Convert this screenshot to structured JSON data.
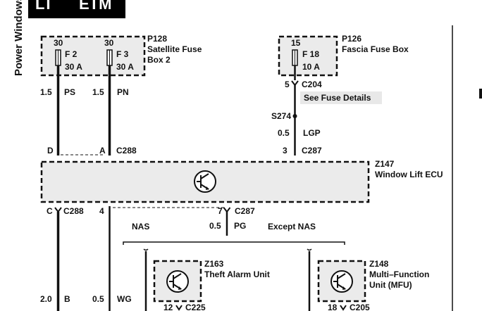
{
  "header": {
    "code": "LT",
    "module": "ETM",
    "side_title": "Power Windows"
  },
  "fuse_boxes": [
    {
      "ref": "P128",
      "name_line1": "Satellite Fuse",
      "name_line2": "Box 2",
      "fuses": [
        {
          "rating_top": "30",
          "id": "F 2",
          "amps": "30 A"
        },
        {
          "rating_top": "30",
          "id": "F 3",
          "amps": "30 A"
        }
      ]
    },
    {
      "ref": "P126",
      "name_line1": "Fascia Fuse Box",
      "fuses": [
        {
          "rating_top": "15",
          "id": "F 18",
          "amps": "10 A"
        }
      ]
    }
  ],
  "wires": {
    "ps": {
      "size": "1.5",
      "color": "PS"
    },
    "pn": {
      "size": "1.5",
      "color": "PN"
    },
    "lgp": {
      "size": "0.5",
      "color": "LGP"
    },
    "pg": {
      "size": "0.5",
      "color": "PG"
    },
    "b": {
      "size": "2.0",
      "color": "B"
    },
    "wg": {
      "size": "0.5",
      "color": "WG"
    }
  },
  "connectors": {
    "c204": {
      "pin": "5",
      "id": "C204"
    },
    "c288_top": {
      "pin_d": "D",
      "pin_a": "A",
      "id": "C288"
    },
    "c287_top": {
      "pin": "3",
      "id": "C287"
    },
    "c288_bottom": {
      "pin": "C",
      "id": "C288"
    },
    "pin4": "4",
    "c287_bottom": {
      "pin": "7",
      "id": "C287"
    },
    "c225": {
      "pin": "12",
      "id": "C225"
    },
    "c205": {
      "pin": "18",
      "id": "C205"
    }
  },
  "splice": {
    "id": "S274"
  },
  "notes": {
    "fuse_details": "See Fuse Details",
    "nas": "NAS",
    "except_nas": "Except NAS"
  },
  "modules": {
    "ecu": {
      "ref": "Z147",
      "name": "Window Lift ECU"
    },
    "theft": {
      "ref": "Z163",
      "name": "Theft Alarm Unit"
    },
    "mfu": {
      "ref": "Z148",
      "name_line1": "Multi–Function",
      "name_line2": "Unit (MFU)"
    }
  }
}
